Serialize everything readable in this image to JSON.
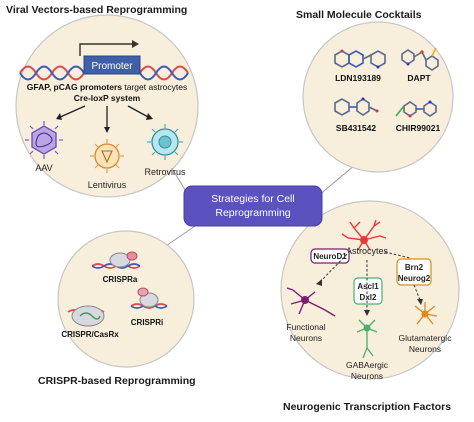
{
  "sections": {
    "viral": {
      "title": "Viral Vectors-based Reprogramming",
      "promoter_label": "Promoter",
      "desc_bold": "GFAP, pCAG promoters",
      "desc_rest": " target astrocytes",
      "system_label": "Cre-loxP system",
      "vectors": [
        "AAV",
        "Lentivirus",
        "Retrovirus"
      ]
    },
    "small_molecule": {
      "title": "Small Molecule Cocktails",
      "compounds": [
        "LDN193189",
        "DAPT",
        "SB431542",
        "CHIR99021"
      ]
    },
    "center": {
      "line1": "Strategies for Cell",
      "line2": "Reprogramming"
    },
    "crispr": {
      "title": "CRISPR-based Reprogramming",
      "items": [
        "CRISPRa",
        "CRISPRi",
        "CRISPR/CasRx"
      ]
    },
    "neurogenic": {
      "title": "Neurogenic Transcription Factors",
      "source_label": "Astrocytes",
      "factors": {
        "left": "NeuroD1",
        "middle_line1": "Ascl1",
        "middle_line2": "Dxl2",
        "right_line1": "Brn2",
        "right_line2": "Neurog2"
      },
      "outcomes": {
        "functional_line1": "Functional",
        "functional_line2": "Neurons",
        "gaba_line1": "GABAergic",
        "gaba_line2": "Neurons",
        "glut_line1": "Glutamatergic",
        "glut_line2": "Neurons"
      }
    }
  },
  "colors": {
    "circle_fill": "#f7eedb",
    "circle_stroke": "#c6c6c6",
    "center_fill": "#5b52bf",
    "center_text": "#ffffff",
    "neuron_purple": "#7b1e6d",
    "neuron_orange": "#e08a1a",
    "neuron_green": "#4caf70",
    "astrocyte_red": "#e23b3b",
    "aav_purple": "#7e57c2",
    "retro_teal": "#3aa8b8"
  }
}
